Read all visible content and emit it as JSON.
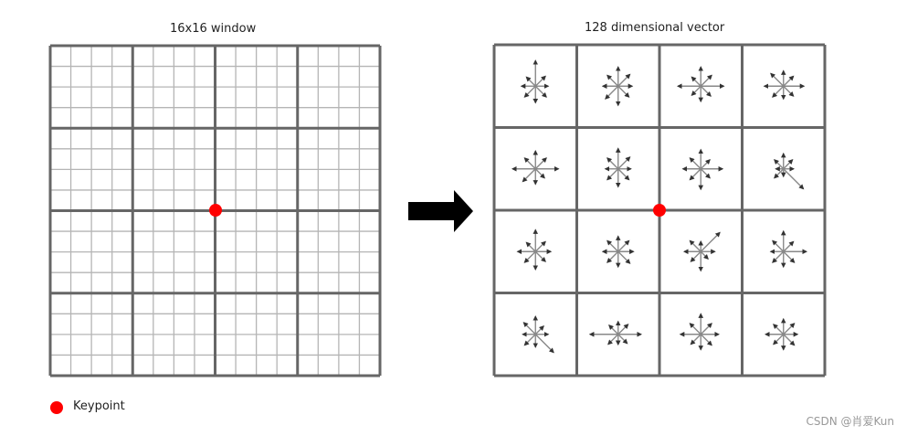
{
  "left_title": "16x16 window",
  "right_title": "128 dimensional vector",
  "legend": {
    "label": "Keypoint",
    "color": "#ff0000"
  },
  "watermark": "CSDN @肖爱Kun",
  "grid": {
    "cells": 16,
    "blocks": 4
  },
  "histogram_directions": [
    "E",
    "NE",
    "N",
    "NW",
    "W",
    "SW",
    "S",
    "SE"
  ],
  "histograms": [
    [
      0.5,
      0.55,
      1.0,
      0.5,
      0.55,
      0.6,
      0.65,
      0.6
    ],
    [
      0.55,
      0.65,
      0.75,
      0.6,
      0.6,
      0.7,
      0.75,
      0.6
    ],
    [
      0.9,
      0.6,
      0.75,
      0.5,
      0.9,
      0.5,
      0.6,
      0.55
    ],
    [
      0.8,
      0.55,
      0.6,
      0.7,
      0.75,
      0.6,
      0.5,
      0.55
    ],
    [
      0.9,
      0.6,
      0.7,
      0.6,
      0.9,
      0.7,
      0.6,
      0.5
    ],
    [
      0.5,
      0.65,
      0.8,
      0.6,
      0.5,
      0.6,
      0.7,
      0.6
    ],
    [
      0.85,
      0.5,
      0.75,
      0.6,
      0.7,
      0.6,
      0.8,
      0.5
    ],
    [
      0.4,
      0.5,
      0.6,
      0.5,
      0.3,
      0.5,
      0.3,
      1.1
    ],
    [
      0.6,
      0.55,
      0.85,
      0.5,
      0.7,
      0.6,
      0.7,
      0.55
    ],
    [
      0.6,
      0.6,
      0.6,
      0.6,
      0.6,
      0.6,
      0.6,
      0.65
    ],
    [
      0.55,
      1.05,
      0.4,
      0.6,
      0.65,
      0.55,
      0.75,
      0.4
    ],
    [
      0.9,
      0.55,
      0.8,
      0.6,
      0.5,
      0.6,
      0.6,
      0.6
    ],
    [
      0.5,
      0.45,
      0.7,
      0.65,
      0.5,
      0.6,
      0.5,
      1.0
    ],
    [
      0.9,
      0.55,
      0.5,
      0.5,
      1.1,
      0.55,
      0.4,
      0.5
    ],
    [
      0.7,
      0.6,
      0.8,
      0.6,
      0.8,
      0.55,
      0.6,
      0.6
    ],
    [
      0.55,
      0.6,
      0.6,
      0.55,
      0.7,
      0.55,
      0.6,
      0.6
    ]
  ]
}
